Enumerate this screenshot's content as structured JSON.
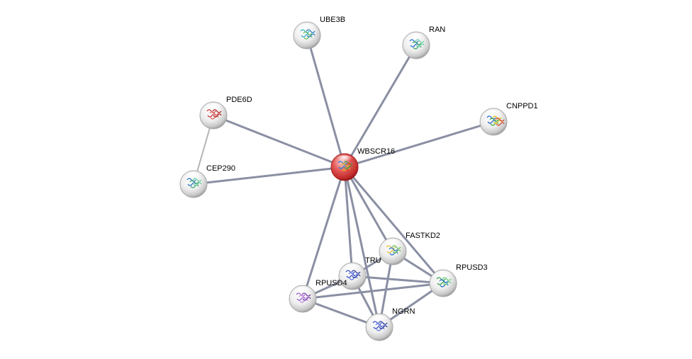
{
  "network": {
    "query_protein": "WBSCR16",
    "nodes": [
      {
        "id": "WBSCR16",
        "label": "WBSCR16",
        "query": true,
        "structure": "multicolor"
      },
      {
        "id": "UBE3B",
        "label": "UBE3B",
        "query": false,
        "structure": "cyan-green"
      },
      {
        "id": "RAN",
        "label": "RAN",
        "query": false,
        "structure": "blue-green"
      },
      {
        "id": "PDE6D",
        "label": "PDE6D",
        "query": false,
        "structure": "red"
      },
      {
        "id": "CNPPD1",
        "label": "CNPPD1",
        "query": false,
        "structure": "rainbow"
      },
      {
        "id": "CEP290",
        "label": "CEP290",
        "query": false,
        "structure": "blue-green"
      },
      {
        "id": "FASTKD2",
        "label": "FASTKD2",
        "query": false,
        "structure": "yellow-blue"
      },
      {
        "id": "TRUB2",
        "label": "TRU",
        "query": false,
        "structure": "blue"
      },
      {
        "id": "RPUSD3",
        "label": "RPUSD3",
        "query": false,
        "structure": "green-blue"
      },
      {
        "id": "RPUSD4",
        "label": "RPUSD4",
        "query": false,
        "structure": "purple"
      },
      {
        "id": "NGRN",
        "label": "NGRN",
        "query": false,
        "structure": "blue"
      }
    ],
    "edges": [
      {
        "source": "WBSCR16",
        "target": "UBE3B",
        "style": "strong"
      },
      {
        "source": "WBSCR16",
        "target": "RAN",
        "style": "strong"
      },
      {
        "source": "WBSCR16",
        "target": "PDE6D",
        "style": "strong"
      },
      {
        "source": "WBSCR16",
        "target": "CNPPD1",
        "style": "strong"
      },
      {
        "source": "WBSCR16",
        "target": "CEP290",
        "style": "strong"
      },
      {
        "source": "WBSCR16",
        "target": "FASTKD2",
        "style": "strong"
      },
      {
        "source": "WBSCR16",
        "target": "TRUB2",
        "style": "strong"
      },
      {
        "source": "WBSCR16",
        "target": "RPUSD3",
        "style": "strong"
      },
      {
        "source": "WBSCR16",
        "target": "RPUSD4",
        "style": "strong"
      },
      {
        "source": "WBSCR16",
        "target": "NGRN",
        "style": "strong"
      },
      {
        "source": "PDE6D",
        "target": "CEP290",
        "style": "weak"
      },
      {
        "source": "TRUB2",
        "target": "RPUSD3",
        "style": "strong"
      },
      {
        "source": "TRUB2",
        "target": "RPUSD4",
        "style": "strong"
      },
      {
        "source": "TRUB2",
        "target": "NGRN",
        "style": "strong"
      },
      {
        "source": "TRUB2",
        "target": "FASTKD2",
        "style": "strong"
      },
      {
        "source": "FASTKD2",
        "target": "RPUSD3",
        "style": "strong"
      },
      {
        "source": "FASTKD2",
        "target": "NGRN",
        "style": "strong"
      },
      {
        "source": "RPUSD4",
        "target": "RPUSD3",
        "style": "strong"
      },
      {
        "source": "RPUSD4",
        "target": "NGRN",
        "style": "strong"
      },
      {
        "source": "RPUSD3",
        "target": "NGRN",
        "style": "strong"
      }
    ],
    "colors": {
      "edge_strong": "#8a8fa3",
      "edge_weak": "#b5b5b5",
      "node_default": "#e6e6e6",
      "node_query": "#d93a3a"
    }
  }
}
